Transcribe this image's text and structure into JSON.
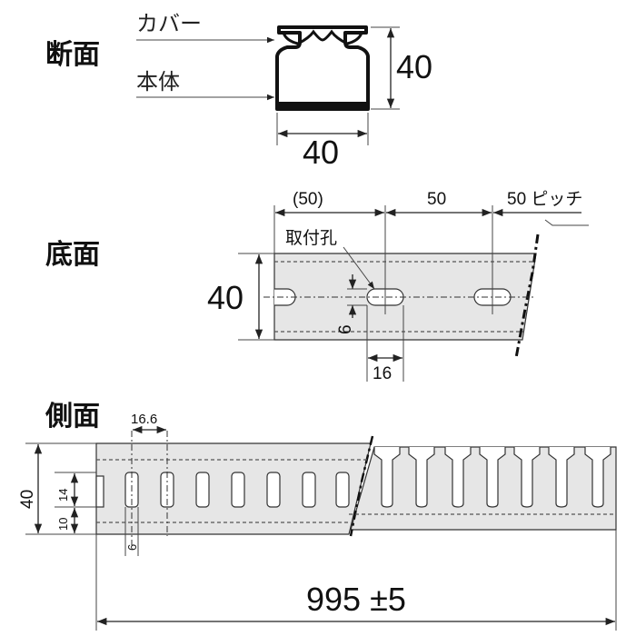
{
  "section": {
    "title": "断面",
    "label_cover": "カバー",
    "label_body": "本体",
    "height": "40",
    "width": "40"
  },
  "bottom": {
    "title": "底面",
    "dim_first": "(50)",
    "dim_second": "50",
    "dim_pitch": "50 ピッチ",
    "hole_label": "取付孔",
    "width": "40",
    "slot_width": "6",
    "slot_length": "16"
  },
  "side": {
    "title": "側面",
    "pitch": "16.6",
    "height": "40",
    "slot_height": "14",
    "slot_offset": "10",
    "slot_width": "6",
    "length": "995 ±5"
  }
}
